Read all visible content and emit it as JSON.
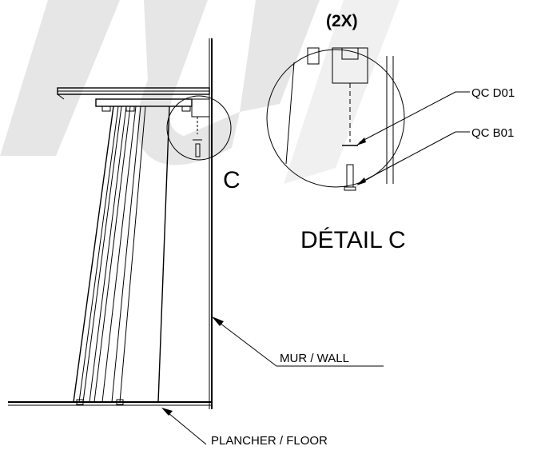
{
  "quantity_label": "(2X)",
  "detail_marker": "C",
  "detail_title": "DÉTAIL C",
  "callouts": {
    "part_1": "QC D01",
    "part_2": "QC B01",
    "wall": "MUR / WALL",
    "floor": "PLANCHER / FLOOR"
  },
  "colors": {
    "watermark": "#e6e6e6",
    "line": "#000000"
  }
}
